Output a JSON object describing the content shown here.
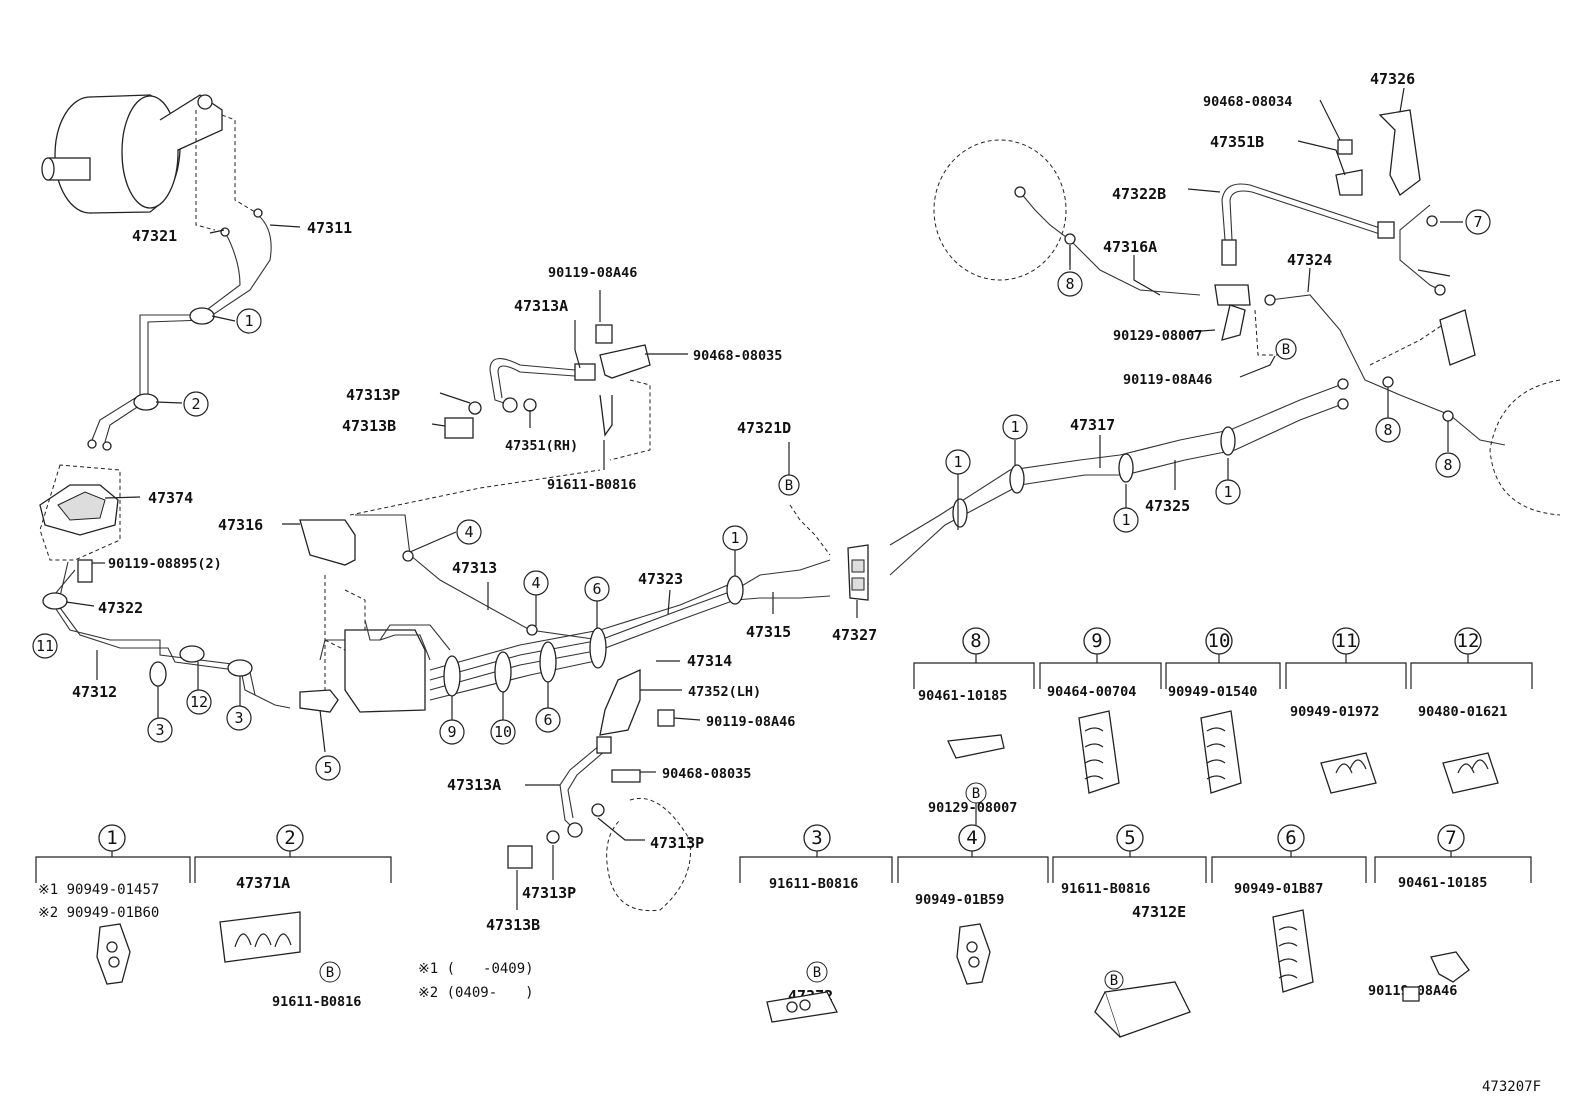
{
  "diagram_code": "473207F",
  "parts": [
    "47311",
    "47321",
    "47374",
    "90119-08895(2)",
    "47322",
    "47312",
    "47316",
    "47313",
    "47323",
    "47315",
    "47314",
    "47352(LH)",
    "90119-08A46",
    "90468-08035",
    "47313A",
    "47313P",
    "47313B",
    "90119-08A46",
    "47313A",
    "47313P",
    "47313B",
    "47351(RH)",
    "90468-08035",
    "91611-B0816",
    "47321D",
    "47327",
    "47317",
    "47325",
    "47316A",
    "47322B",
    "90129-08007",
    "90119-08A46",
    "90468-08034",
    "47351B",
    "47326",
    "47324"
  ],
  "callout_refs": [
    "1",
    "2",
    "3",
    "4",
    "5",
    "6",
    "7",
    "8",
    "9",
    "10",
    "11",
    "12",
    "B"
  ],
  "legend_boxes": [
    {
      "ref": "1",
      "lines": [
        "※1 90949-01457",
        "※2 90949-01B60"
      ]
    },
    {
      "ref": "2",
      "lines": [
        "47371A",
        "91611-B0816"
      ]
    },
    {
      "ref": "3",
      "lines": [
        "91611-B0816",
        "47372"
      ]
    },
    {
      "ref": "4",
      "lines": [
        "90949-01B59"
      ]
    },
    {
      "ref": "5",
      "lines": [
        "91611-B0816",
        "47312E"
      ]
    },
    {
      "ref": "6",
      "lines": [
        "90949-01B87"
      ]
    },
    {
      "ref": "7",
      "lines": [
        "90461-10185",
        "90119-08A46"
      ]
    },
    {
      "ref": "8",
      "lines": [
        "90461-10185",
        "90129-08007"
      ]
    },
    {
      "ref": "9",
      "lines": [
        "90464-00704"
      ]
    },
    {
      "ref": "10",
      "lines": [
        "90949-01540"
      ]
    },
    {
      "ref": "11",
      "lines": [
        "90949-01972"
      ]
    },
    {
      "ref": "12",
      "lines": [
        "90480-01621"
      ]
    }
  ],
  "footnotes": [
    "※1 (　　-0409)",
    "※2 (0409-　　)"
  ]
}
